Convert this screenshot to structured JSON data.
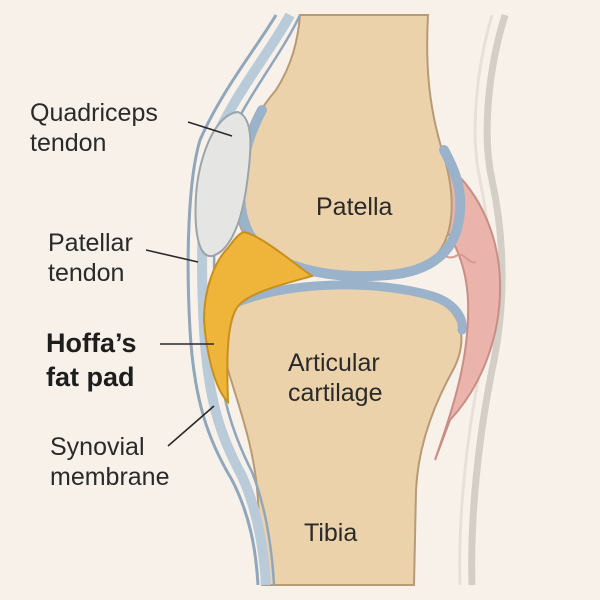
{
  "labels": {
    "quadriceps_tendon": [
      "Quadriceps",
      "tendon"
    ],
    "patellar_tendon": [
      "Patellar",
      "tendon"
    ],
    "hoffas_fat_pad": [
      "Hoffa’s",
      "fat pad"
    ],
    "synovial_membrane": [
      "Synovial",
      "membrane"
    ],
    "patella": "Patella",
    "articular_cartilage": [
      "Articular",
      "cartilage"
    ],
    "tibia": "Tibia"
  },
  "colors": {
    "background": "#f7f1ea",
    "bone": "#ecd2ab",
    "bone_outline": "#b89a74",
    "cartilage": "#9ab3cb",
    "tendon": "#e5e6e4",
    "tendon_outline": "#8fa6bb",
    "fat_pad": "#efb53b",
    "synovium": "#eab3ac",
    "leader_line": "#2a2a2a"
  }
}
